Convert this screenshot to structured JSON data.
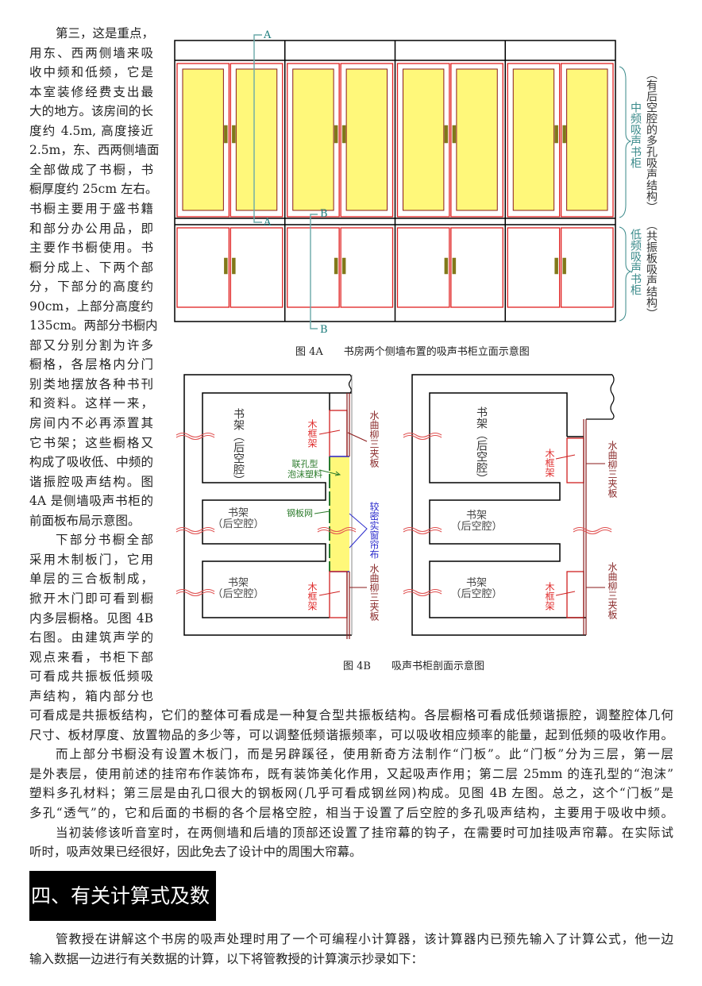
{
  "body_lines": [
    "第三，这是重点，",
    "用东、西两侧墙来吸",
    "收中频和低频，它是",
    "本室装修经费支出最",
    "大的地方。该房间的长",
    "度约 4.5m, 高度接近",
    "2.5m，东、西两侧墙面",
    "全部做成了书橱，书",
    "橱厚度约 25cm 左右。",
    "书橱主要用于盛书籍",
    "和部分办公用品，即",
    "主要作书橱使用。书",
    "橱分成上、下两个部",
    "分，下部分的高度约",
    "90cm，上部分高度约",
    "135cm。两部分书橱内",
    "部又分别分割为许多",
    "橱格，各层格内分门",
    "别类地摆放各种书刊",
    "和资料。这样一来，",
    "房间内不必再添置其",
    "它书架；这些橱格又",
    "构成了吸收低、中频的",
    "谐振腔吸声结构。图",
    "4A 是侧墙吸声书柜的",
    "前面板布局示意图。",
    "下部分书橱全部",
    "采用木制板门，它用",
    "单层的三合板制成，",
    "掀开木门即可看到橱",
    "内多层橱格。见图 4B",
    "右图。由建筑声学的",
    "观点来看，书柜下部",
    "可看成共振板低频吸",
    "声结构，箱内部分也",
    "可看成是共振板结构，它们的整体可看成是一种复合型共振板结构。各层橱格可看成低频谐振腔，调整腔体几何",
    "尺寸、板材厚度、放置物品的多少等，可以调整低频谐振频率，可以吸收相应频率的能量，起到低频的吸收作用。",
    "而上部分书橱没有设置木板门，而是另辟蹊径，使用新奇方法制作“门板”。此“门板”分为三层，第一层",
    "是外表层，使用前述的挂帘布作装饰布，既有装饰美化作用，又起吸声作用；第二层 25mm 的连孔型的“泡沫”",
    "塑料多孔材料；第三层是由孔口很大的钢板网(几乎可看成钢丝网)构成。见图 4B 左图。总之，这个“门板”是",
    "多孔“透气”的，它和后面的书橱的各个层格空腔，相当于设置了后空腔的多孔吸声结构，主要用于吸收中频。",
    "当初装修该听音室时，在两侧墙和后墙的顶部还设置了挂帘幕的钩子，在需要时可加挂吸声帘幕。在实际试",
    "听时，吸声效果已经很好，因此免去了设计中的周围大帘幕。"
  ],
  "section_heading": "四、有关计算式及数据",
  "after_lines": [
    "管教授在讲解这个书房的吸声处理时用了一个可编程小计算器，该计算器内已预先输入了计算公式，他一边",
    "输入数据一边进行有关数据的计算，以下将管教授的计算演示抄录如下："
  ],
  "fig4a": {
    "caption": "图 4A　　书房两个侧墙布置的吸声书柜立面示意图",
    "section_a": "A",
    "section_b": "B",
    "upper_label": "中频吸声书柜",
    "upper_note": "（有后空腔的多孔吸声结构）",
    "lower_label": "低频吸声书柜",
    "lower_note": "（共振板吸声结构）",
    "colors": {
      "frame": "#e02020",
      "panel": "#fff87a",
      "handle": "#807818",
      "section": "#6aa8a8"
    }
  },
  "fig4b": {
    "caption": "图 4B　　吸声书柜剖面示意图",
    "shelf_cavity": "书架（后空腔）",
    "shelf": "书架",
    "rear_cavity": "（后空腔）",
    "wood_frame": "木框架",
    "plywood": "水曲柳三夹板",
    "foam": "联孔型",
    "foam2": "泡沫塑料",
    "mesh": "钢板网",
    "curtain": "较密实窗帘布"
  }
}
